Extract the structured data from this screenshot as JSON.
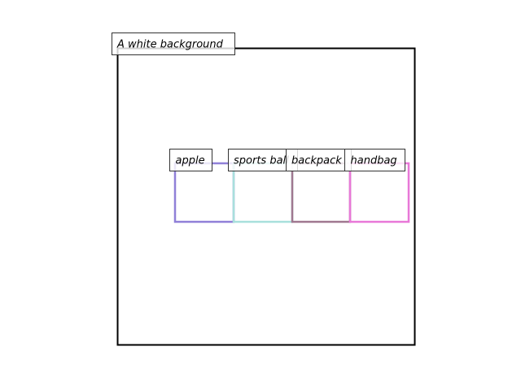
{
  "scene": {
    "background_label": "A white background",
    "frame_color": "#000000"
  },
  "objects": [
    {
      "label": "apple",
      "color": "#9080d8"
    },
    {
      "label": "sports ball",
      "color": "#a8e0dc"
    },
    {
      "label": "backpack",
      "color": "#a07890"
    },
    {
      "label": "handbag",
      "color": "#e878d8"
    }
  ]
}
